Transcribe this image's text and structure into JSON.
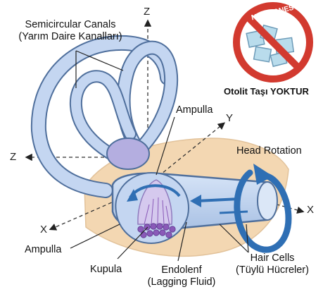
{
  "labels": {
    "semicircular_canals": "Semicircular Canals",
    "semicircular_canals_tr": "(Yarım Daire Kanalları)",
    "ampulla_top": "Ampulla",
    "ampulla_left": "Ampulla",
    "kupula": "Kupula",
    "endolenf": "Endolenf",
    "lagging_fluid": "(Lagging Fluid)",
    "hair_cells": "Hair Cells",
    "hair_cells_tr": "(Tüylü Hücreler)",
    "head_rotation": "Head Rotation"
  },
  "axes": {
    "z_top": "Z",
    "z_left": "Z",
    "y": "Y",
    "x_left": "X",
    "x_right": "X"
  },
  "no_stones": {
    "banner": "NO STONES",
    "caption": "Otolit Taşı YOKTUR"
  },
  "colors": {
    "canal_fill": "#c4d6f1",
    "canal_outline": "#4f6f9c",
    "canal_shadow": "#9fb6dc",
    "bone": "#f3d7b2",
    "arrow_blue": "#2f6fb4",
    "kupula": "#c9b7e4",
    "hair_cells": "#8a5ab8",
    "no_sign_red": "#d23a2f",
    "ice": "#b9dcec"
  }
}
